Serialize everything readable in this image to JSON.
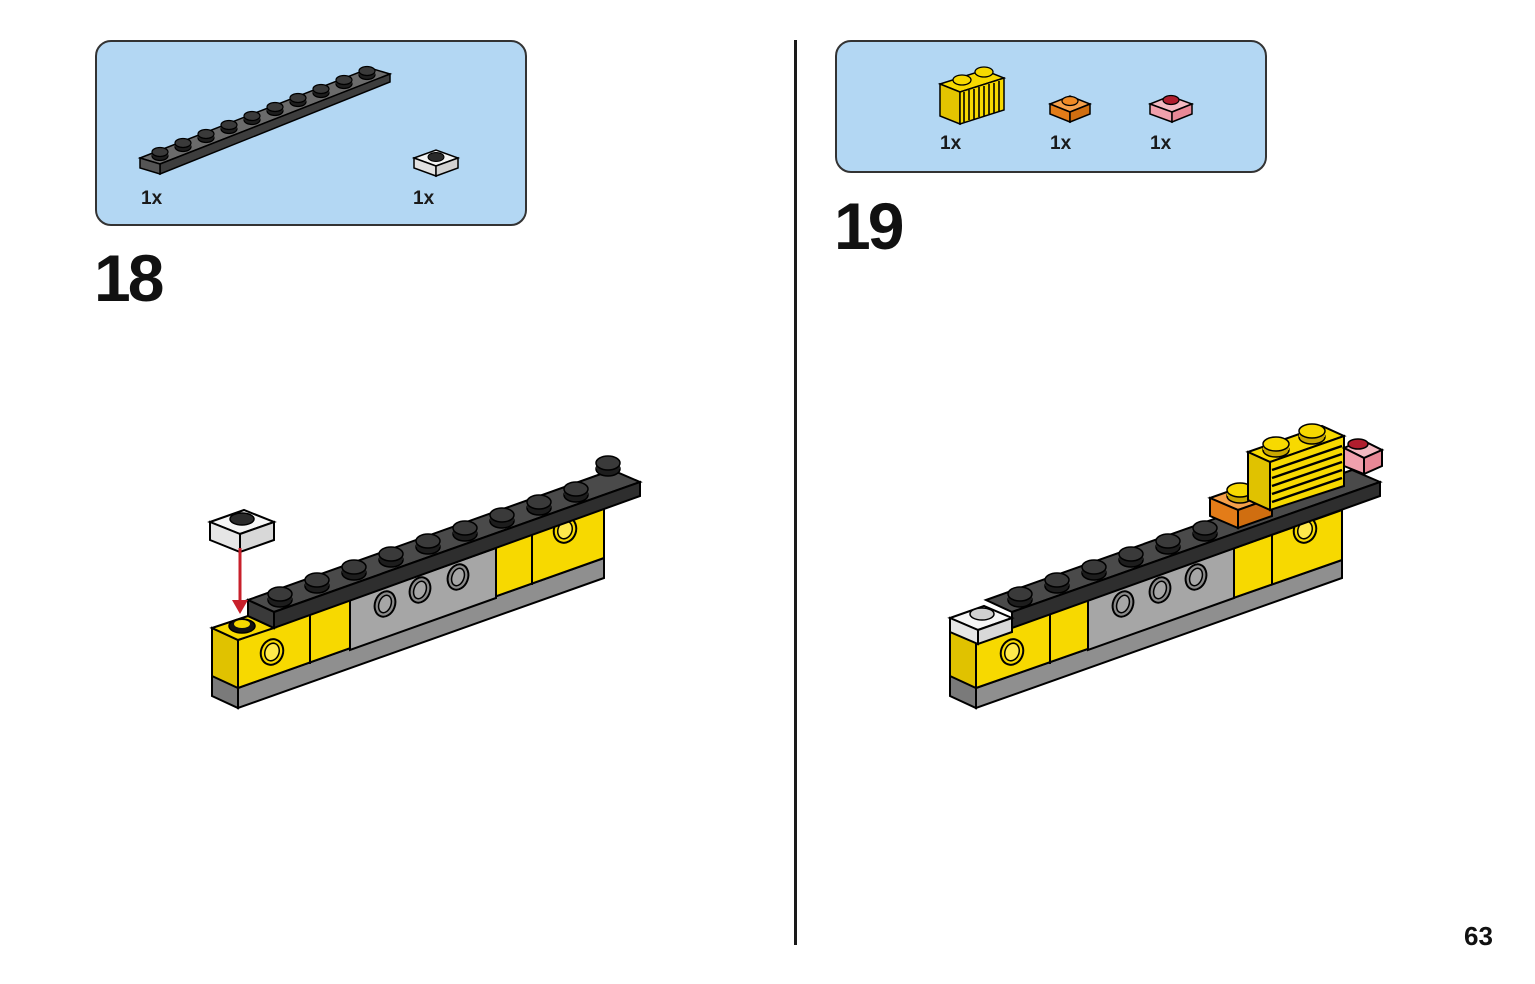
{
  "page": {
    "number": "63"
  },
  "steps": [
    {
      "number": "18",
      "parts": [
        {
          "quantity": "1x",
          "item": "dark-gray-1x10-plate"
        },
        {
          "quantity": "1x",
          "item": "clear-1x1-plate"
        }
      ]
    },
    {
      "number": "19",
      "parts": [
        {
          "quantity": "1x",
          "item": "yellow-1x2-grille-brick"
        },
        {
          "quantity": "1x",
          "item": "orange-1x1-plate"
        },
        {
          "quantity": "1x",
          "item": "trans-red-1x1-plate"
        }
      ]
    }
  ],
  "colors": {
    "parts_box_bg": "#b3d7f3",
    "yellow": "#f7d900",
    "dark_gray": "#4a4a4a",
    "light_gray": "#a6a6a6",
    "orange": "#f08a24",
    "trans_red": "#f0a0ac",
    "arrow_red": "#c8202b"
  }
}
